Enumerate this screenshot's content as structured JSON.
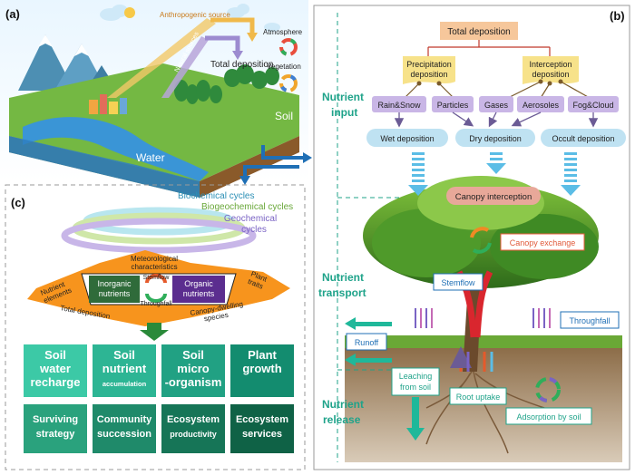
{
  "panel_a": {
    "label": "(a)",
    "anthropogenic": "Anthropogenic source",
    "natural": "Natural sources",
    "total_deposition": "Total deposition",
    "atmosphere": "Atmosphere",
    "vegetation": "Vegetation",
    "soil": "Soil",
    "water": "Water"
  },
  "panel_b": {
    "label": "(b)",
    "total_deposition": "Total deposition",
    "precip_1": "Precipitation",
    "precip_2": "deposition",
    "intercept_1": "Interception",
    "intercept_2": "deposition",
    "rain_snow": "Rain&Snow",
    "particles": "Particles",
    "gases": "Gases",
    "aerosoles": "Aerosoles",
    "fog_cloud": "Fog&Cloud",
    "wet": "Wet deposition",
    "dry": "Dry deposition",
    "occult": "Occult deposition",
    "canopy_interception": "Canopy interception",
    "canopy_exchange": "Canopy exchange",
    "stemflow": "Stemflow",
    "throughfall": "Throughfall",
    "runoff": "Runoff",
    "leaching_1": "Leaching",
    "leaching_2": "from soil",
    "root_uptake": "Root uptake",
    "adsorption": "Adsorption by soil",
    "stage_input_1": "Nutrient",
    "stage_input_2": "input",
    "stage_transport_1": "Nutrient",
    "stage_transport_2": "transport",
    "stage_release_1": "Nutrient",
    "stage_release_2": "release"
  },
  "panel_c": {
    "label": "(c)",
    "biochemical": "Biochemical cycles",
    "biogeochemical": "Biogeochemical cycles",
    "geochemical_1": "Geochemical",
    "geochemical_2": "cycles",
    "meteo_1": "Meteorological",
    "meteo_2": "characteristics",
    "nutrient_elements_1": "Nutrient",
    "nutrient_elements_2": "elements",
    "plant_traits_1": "Plant",
    "plant_traits_2": "traits",
    "total_deposition": "Total deposition",
    "canopy_species_1": "Canopy-dwelling",
    "canopy_species_2": "species",
    "inorganic_1": "Inorganic",
    "inorganic_2": "nutrients",
    "organic_1": "Organic",
    "organic_2": "nutrients",
    "stemflow": "Stemflow",
    "throughfall": "Throughfall",
    "tiles": [
      {
        "line1": "Soil",
        "line2": "water",
        "line3": "recharge"
      },
      {
        "line1": "Soil",
        "line2": "nutrient",
        "line3": "accumulation"
      },
      {
        "line1": "Soil",
        "line2": "micro",
        "line3": "-organism"
      },
      {
        "line1": "Plant",
        "line2": "growth",
        "line3": ""
      },
      {
        "line1": "Surviving",
        "line2": "strategy",
        "line3": ""
      },
      {
        "line1": "Community",
        "line2": "succession",
        "line3": ""
      },
      {
        "line1": "Ecosystem",
        "line2": "productivity",
        "line3": ""
      },
      {
        "line1": "Ecosystem",
        "line2": "services",
        "line3": ""
      }
    ]
  }
}
